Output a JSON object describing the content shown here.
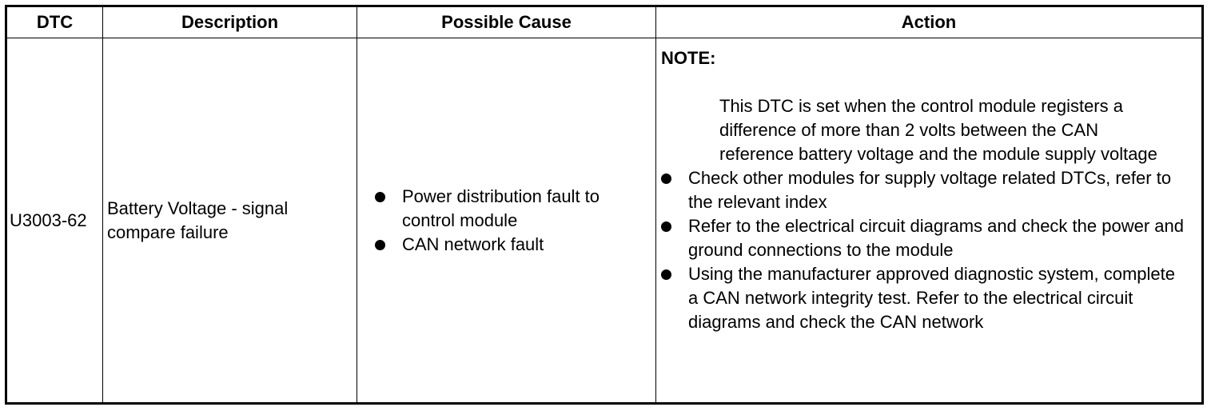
{
  "table": {
    "headers": {
      "dtc": "DTC",
      "description": "Description",
      "possible_cause": "Possible Cause",
      "action": "Action"
    },
    "row": {
      "dtc": "U3003-62",
      "description": "Battery Voltage - signal compare failure",
      "possible_causes": [
        "Power distribution fault to control module",
        "CAN network fault"
      ],
      "note_label": "NOTE:",
      "note_text": "This DTC is set when the control module registers a difference of more than 2 volts between the CAN reference battery voltage and the module supply voltage",
      "actions": [
        "Check other modules for supply voltage related DTCs, refer to the relevant index",
        "Refer to the electrical circuit diagrams and check the power and ground connections to the module",
        "Using the manufacturer approved diagnostic system, complete a CAN network integrity test. Refer to the electrical circuit diagrams and check the CAN network"
      ]
    }
  }
}
